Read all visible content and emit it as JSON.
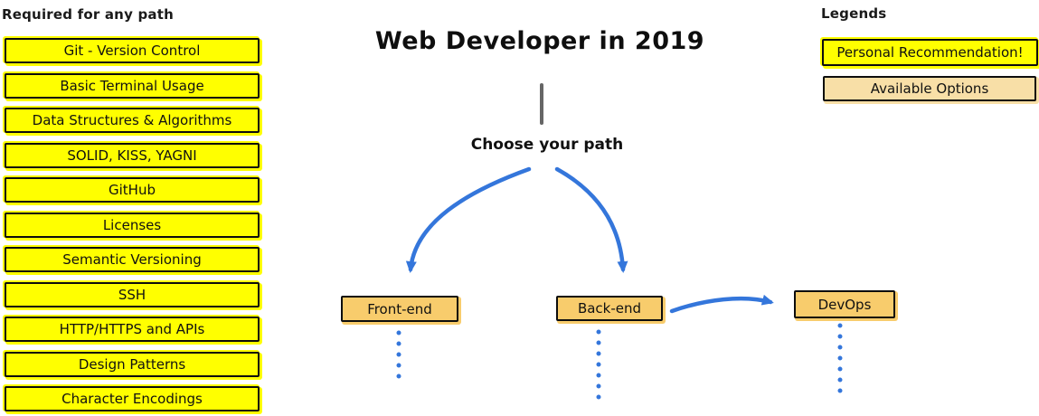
{
  "header": {
    "title": "Web Developer in 2019",
    "subtitle": "Choose your path"
  },
  "required": {
    "heading": "Required for any path",
    "items": [
      "Git - Version Control",
      "Basic Terminal Usage",
      "Data Structures & Algorithms",
      "SOLID, KISS, YAGNI",
      "GitHub",
      "Licenses",
      "Semantic Versioning",
      "SSH",
      "HTTP/HTTPS and APIs",
      "Design Patterns",
      "Character Encodings"
    ]
  },
  "legends": {
    "heading": "Legends",
    "items": [
      {
        "label": "Personal Recommendation!",
        "style": "recommendation"
      },
      {
        "label": "Available Options",
        "style": "available"
      }
    ]
  },
  "paths": {
    "front_end": "Front-end",
    "back_end": "Back-end",
    "devops": "DevOps"
  },
  "icons": {
    "arrows": [
      "curved-arrow-front-end",
      "curved-arrow-back-end",
      "curved-arrow-devops"
    ],
    "connectors": [
      "dotted-connector-front-end",
      "dotted-connector-back-end",
      "dotted-connector-devops"
    ]
  },
  "colors": {
    "yellow": "#FFFF00",
    "gold": "#F8CC6C",
    "tan": "#F8DFA7",
    "blue": "#3476DB",
    "line_gray": "#666666"
  }
}
